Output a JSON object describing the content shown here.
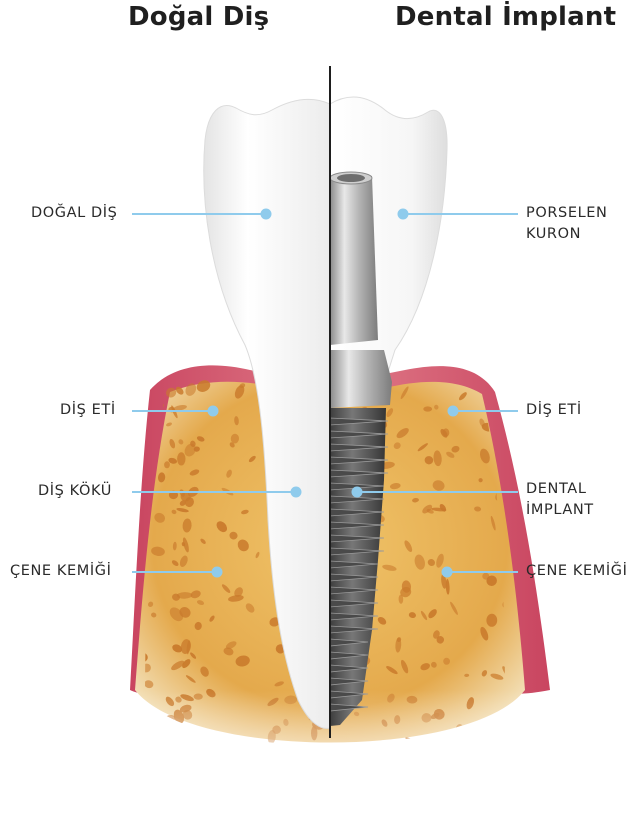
{
  "titles": {
    "left": "Doğal Diş",
    "right": "Dental İmplant"
  },
  "labels_left": {
    "natural_tooth": "DOĞAL DİŞ",
    "gum": "DİŞ ETİ",
    "root": "DİŞ KÖKÜ",
    "jaw_bone": "ÇENE KEMİĞİ"
  },
  "labels_right": {
    "crown_line1": "PORSELEN",
    "crown_line2": "KURON",
    "gum": "DİŞ ETİ",
    "implant_line1": "DENTAL",
    "implant_line2": "İMPLANT",
    "jaw_bone": "ÇENE KEMİĞİ"
  },
  "colors": {
    "leader_line": "#8fcbec",
    "gum": "#d9506a",
    "bone": "#e6b054",
    "bone_hole": "#c97a2c",
    "tooth": "#f7f7f7",
    "implant": "#5a5a5a"
  }
}
